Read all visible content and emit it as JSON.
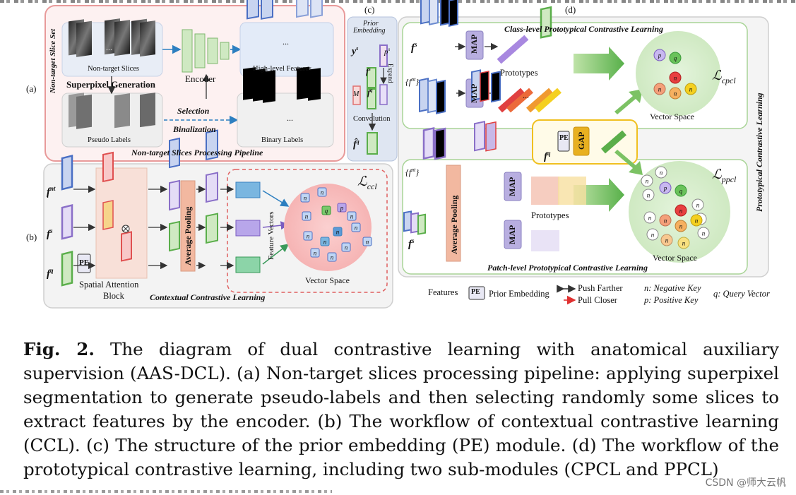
{
  "figure": {
    "panel_tags": {
      "a": "(a)",
      "b": "(b)",
      "c": "(c)",
      "d": "(d)"
    },
    "panel_a": {
      "side_label": "Non-target Slice Set",
      "non_target_slices": "Non-target Slices",
      "superpixel": "Superpixel Generation",
      "pseudo_labels": "Pseudo Labels",
      "encoder": "Encoder",
      "high_level": "High-level Features",
      "selection": "Selection",
      "binalization": "Binalization",
      "binary_labels": "Binary Labels",
      "pipeline_title": "Non-target Slices Processing Pipeline",
      "dots": "..."
    },
    "panel_c": {
      "title_line1": "Prior",
      "title_line2": "Embedding",
      "y_s": "y",
      "y_s_sup": "s",
      "p_s": "p",
      "p_s_sup": "s",
      "expand": "Expand",
      "m_label": "M",
      "f_q": "f",
      "f_q_sup": "q",
      "convolution": "Convolution",
      "f_hat_q": "f̂",
      "f_hat_q_sup": "q"
    },
    "panel_b": {
      "f_nt": "f",
      "f_nt_sub": "i",
      "f_nt_sup": "nt",
      "f_s": "f",
      "f_s_sup": "s",
      "f_q": "f",
      "f_q_sup": "q",
      "pe": "PE",
      "spatial_attention": "Spatial Attention",
      "block": "Block",
      "avg_pooling": "Average Pooling",
      "feature_vectors": "Feature Vectors",
      "loss_ccl": "ℒ",
      "loss_ccl_sub": "ccl",
      "vector_space": "Vector Space",
      "ccl_title": "Contextual Contrastive Learning"
    },
    "panel_d": {
      "cpcl_title": "Class-level Prototypical Contrastive Learning",
      "f_s": "f",
      "f_s_sup": "s",
      "f_nt": "{f",
      "f_nt_sup": "nt",
      "f_nt_close": "}",
      "map": "MAP",
      "prototypes": "Prototypes",
      "loss_cpcl": "ℒ",
      "loss_cpcl_sub": "cpcl",
      "vector_space": "Vector Space",
      "f_q": "f",
      "f_q_sup": "q",
      "pe": "PE",
      "gap": "GAP",
      "avg_pooling": "Average Pooling",
      "loss_ppcl": "ℒ",
      "loss_ppcl_sub": "ppcl",
      "ppcl_title": "Patch-level Prototypical Contrastive Learning",
      "side_label": "Prototypical Contrastive Learning",
      "dots": "..."
    },
    "nodes": {
      "p": "p",
      "q": "q",
      "n": "n"
    },
    "legend": {
      "features": "Features",
      "pe": "PE",
      "prior_embedding": "Prior Embedding",
      "push": "Push Farther",
      "pull": "Pull Closer",
      "neg_key": "n: Negative Key",
      "pos_key": "p: Positive Key",
      "query": "q: Query Vector"
    }
  },
  "caption": {
    "label": "Fig. 2.",
    "text": " The diagram of dual contrastive learning with anatomical auxiliary supervision (AAS-DCL). (a) Non-target slices processing pipeline: applying superpixel segmentation to generate pseudo-labels and then selecting randomly some slices to extract features by the encoder. (b) The workflow of contextual contrastive learning (CCL). (c) The structure of the prior embedding (PE) module. (d) The workflow of the prototypical contrastive learning, including two sub-modules (CPCL and PPCL)"
  },
  "watermark": "CSDN @师大云帆",
  "colors": {
    "panel_a_border": "#e89a9a",
    "panel_a_fill": "#fdf2f2",
    "panel_c_fill": "#dfe6f2",
    "green": "#5aae4a",
    "blue": "#4a6fc4",
    "purple": "#8a6fc8",
    "red": "#e05050",
    "orange": "#f0a030",
    "yellow": "#f4d020",
    "map_fill": "#b8aee0",
    "avg_fill": "#f2b8a0",
    "gap_fill": "#e8b020"
  }
}
